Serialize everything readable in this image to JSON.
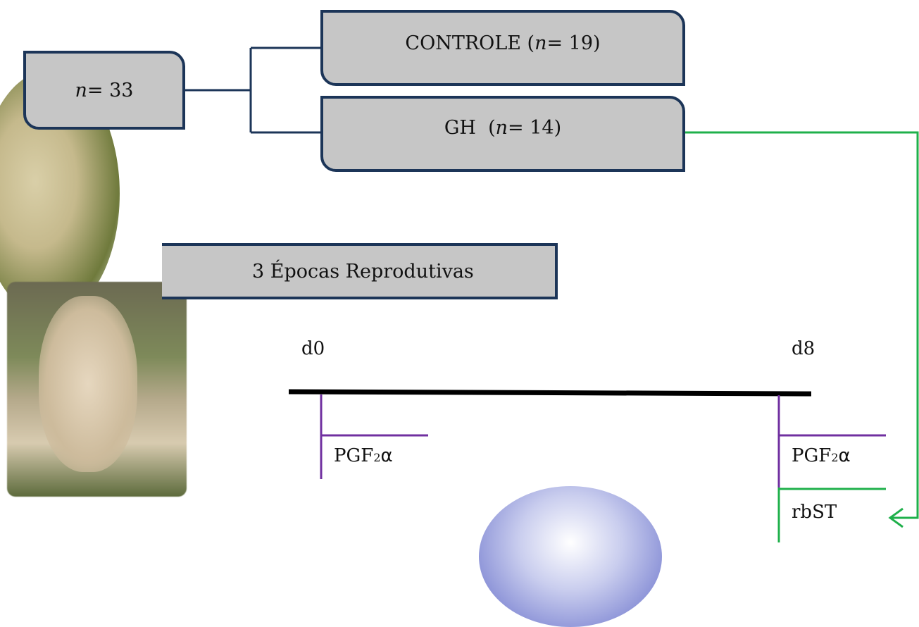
{
  "root_box": {
    "var": "n",
    "rest": " = 33"
  },
  "groups": [
    {
      "name": "CONTROLE",
      "open": " (",
      "var": "n",
      "rest": " = 19)"
    },
    {
      "name": "GH",
      "open": "  (",
      "var": "n",
      "rest": " = 14)"
    }
  ],
  "seasons_box": "3 Épocas Reprodutivas",
  "timeline": {
    "start_label": "d0",
    "end_label": "d8",
    "treatments_d0": [
      {
        "pre": "PGF",
        "sub": "2",
        "greek": "α"
      }
    ],
    "treatments_d8": [
      {
        "pre": "PGF",
        "sub": "2",
        "greek": "α"
      },
      {
        "text": "rbST"
      }
    ]
  },
  "colors": {
    "box_fill": "#c6c6c6",
    "box_border": "#1c3558",
    "connector": "#1c3558",
    "timeline": "#000000",
    "treatment_line": "#7030a0",
    "gh_arrow": "#1fb04b"
  },
  "images": [
    "sheep-photo-top",
    "sheep-photo-bottom",
    "syringe-photo"
  ]
}
